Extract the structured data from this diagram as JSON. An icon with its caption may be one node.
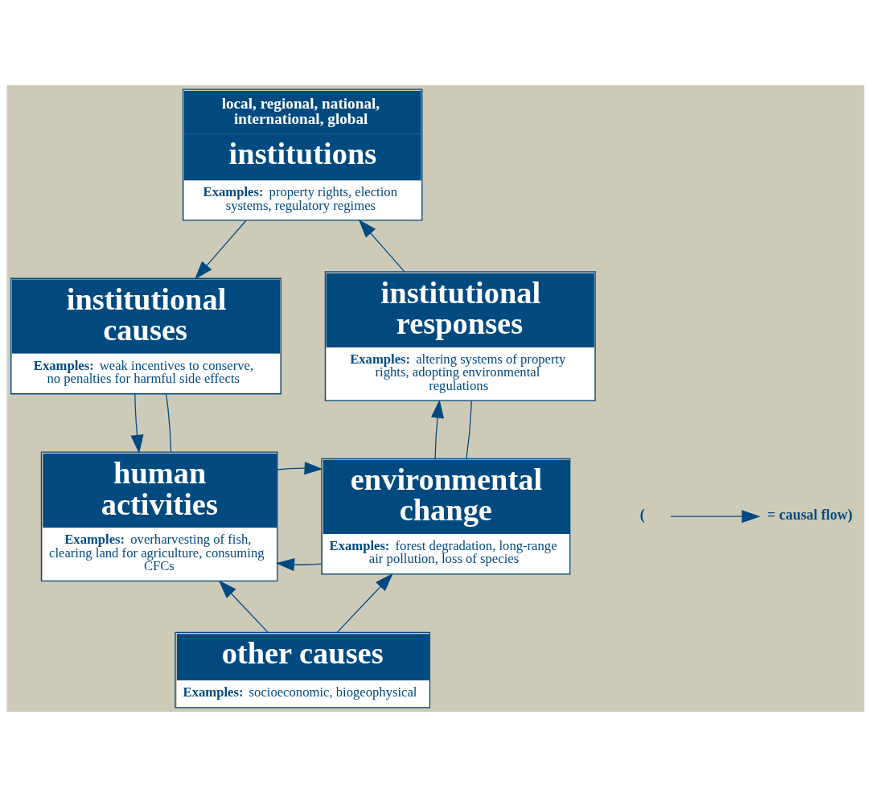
{
  "diagram": {
    "nodes": [
      {
        "text": [
          "local, regional, national, international, global",
          "institutions",
          "**Examples:** property rights, election systems, regulatory regimes"
        ]
      },
      {
        "text": [
          "institutional causes",
          "**Examples:** weak incentives to conserve, no penalties for harmful side effects"
        ]
      },
      {
        "text": [
          "institutional responses",
          "**Examples:** altering systems of property rights, adopting environmental regulations"
        ]
      },
      {
        "text": [
          "human activities",
          "**Examples:** overharvesting of fish, clearing land for agriculture, consuming CFCs"
        ]
      },
      {
        "text": [
          "environmental change",
          "**Examples:** forest degradation, long-range air pollution, loss of species"
        ]
      },
      {
        "text": [
          "other causes",
          "**Examples:** socioeconomic, biogeophysical"
        ]
      }
    ],
    "edges": [
      {
        "from": 0,
        "to": 1,
        "arrow": "to"
      },
      {
        "from": 1,
        "to": 3,
        "arrow": "to"
      },
      {
        "from": 1,
        "to": 3,
        "arrow": "none"
      },
      {
        "from": 4,
        "to": 3,
        "arrow": "to"
      },
      {
        "from": 3,
        "to": 4,
        "arrow": "to"
      },
      {
        "from": 4,
        "to": 2,
        "arrow": "to"
      },
      {
        "from": 4,
        "to": 2,
        "arrow": "none"
      },
      {
        "from": 2,
        "to": 0,
        "arrow": "to"
      },
      {
        "from": 5,
        "to": 3,
        "arrow": "to"
      },
      {
        "from": 5,
        "to": 4,
        "arrow": "to"
      }
    ],
    "labels": [
      "("
    ],
    "legend": [
      {
        "text": "= causal flow)"
      }
    ]
  }
}
